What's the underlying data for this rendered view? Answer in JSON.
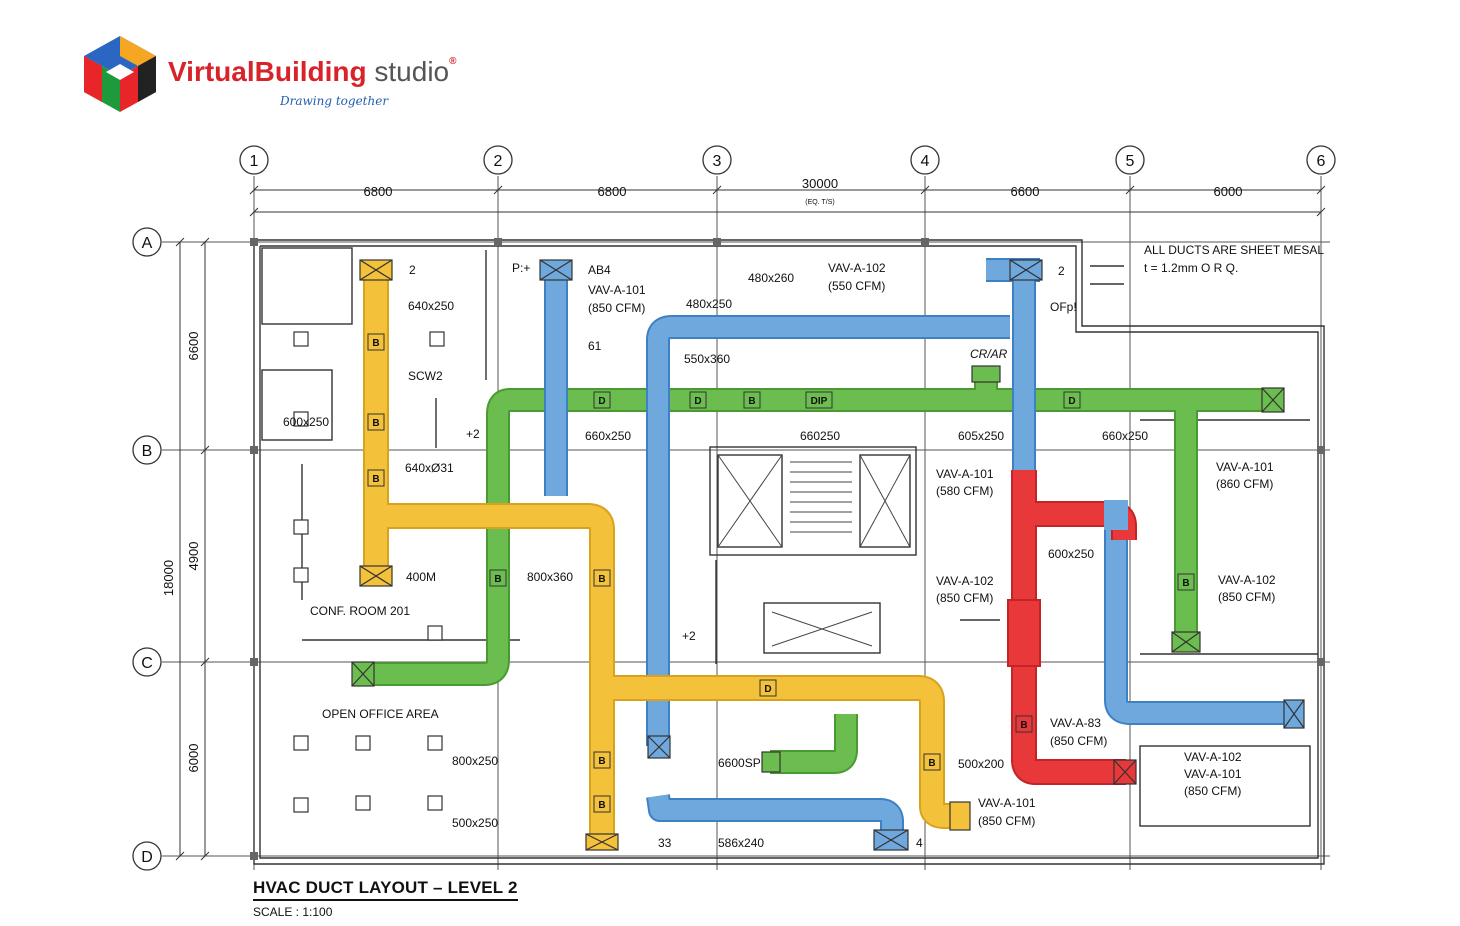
{
  "brand": {
    "name": "VirtualBuilding",
    "studio": "studio",
    "reg": "®",
    "tagline": "Drawing together",
    "cube_colors": [
      "#2a66c2",
      "#f5a623",
      "#e8262a",
      "#1e9a3d",
      "#222222",
      "#e0e0e0"
    ]
  },
  "drawing": {
    "title": "HVAC DUCT LAYOUT – LEVEL 2",
    "scale": "SCALE : 1:100",
    "note_line1": "ALL DUCTS ARE SHEET MESAL",
    "note_line2": "t = 1.2mm O R Q."
  },
  "grid": {
    "columns": [
      "1",
      "2",
      "3",
      "4",
      "5",
      "6"
    ],
    "rows": [
      "A",
      "B",
      "C",
      "D"
    ],
    "column_dims": [
      "6800",
      "6800",
      "6600",
      "6000"
    ],
    "overall_dim": "30000",
    "overall_note": "(EQ. T/S)",
    "row_dims": [
      "6600",
      "4900",
      "6000"
    ],
    "overall_row_dim": "18000"
  },
  "colors": {
    "yellow_duct": "#f4c13b",
    "blue_duct": "#6fa8dc",
    "green_duct": "#6cbd4f",
    "red_duct": "#e8383a",
    "linework": "#333333"
  },
  "labels": {
    "d640x250": "640x250",
    "scw2": "SCW2",
    "d600x250": "600x250",
    "d640x31": "640xØ31",
    "d400m": "400M",
    "conf_room": "CONF. ROOM 201",
    "open_office": "OPEN OFFICE AREA",
    "d800x250": "800x250",
    "d500x250": "500x250",
    "d800x360": "800x360",
    "plus2": "+2",
    "d660x250a": "660x250",
    "p_plus": "P:+",
    "ab4": "AB4",
    "vav_a101_850": "VAV-A-101",
    "cfm_850": "(850 CFM)",
    "n61": "61",
    "d480x250": "480x250",
    "d480x260": "480x260",
    "vav_a102": "VAV-A-102",
    "cfm_550": "(550 CFM)",
    "d550x360": "550x360",
    "d660250": "660250",
    "cr_ar": "CR/AR",
    "d605x250": "605x250",
    "d660x250b": "660x250",
    "ofp": "OFp!",
    "two_a": "2",
    "vav_a101_580": "VAV-A-101",
    "cfm_580": "(580 CFM)",
    "vav_a102_c": "VAV-A-102",
    "cfm_850_c": "(850 CFM)",
    "d600x250b": "600x250",
    "vav_a101_860": "VAV-A-101",
    "cfm_860": "(860 CFM)",
    "vav_a102_e": "VAV-A-102",
    "cfm_850_e": "(850 CFM)",
    "vav_a83": "VAV-A-83",
    "cfm_850_r": "(850 CFM)",
    "vav_a102_f": "VAV-A-102",
    "vav_a101_f": "VAV-A-101",
    "cfm_850_f": "(850 CFM)",
    "d6600sp": "6600SP",
    "d500x200": "500x200",
    "vav_a101_s": "VAV-A-101",
    "cfm_850_s": "(850 CFM)",
    "d586x240": "586x240",
    "n33": "33",
    "n4": "4",
    "plus2b": "+2",
    "n2c": "2",
    "marker_b": "B",
    "marker_d": "D",
    "marker_dip": "DIP"
  }
}
